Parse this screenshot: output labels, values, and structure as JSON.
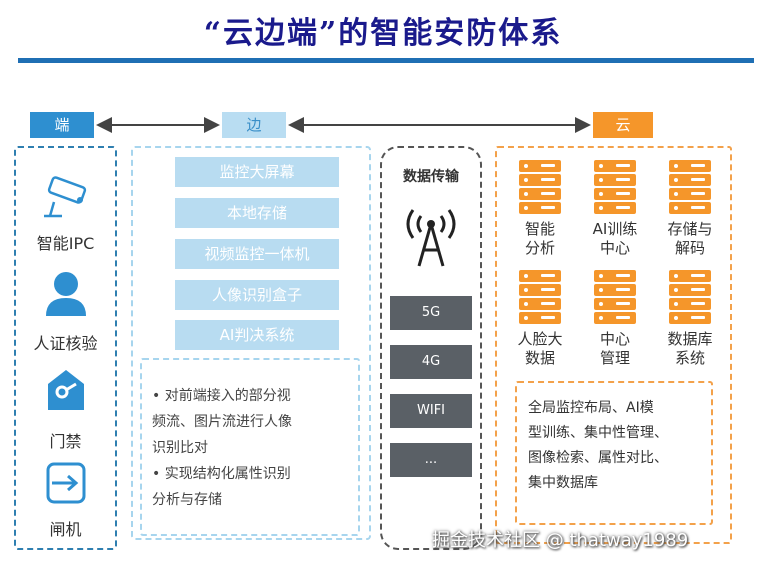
{
  "title": "“云边端”的智能安防体系",
  "tiers": {
    "duan": "端",
    "bian": "边",
    "yun": "云"
  },
  "duan_items": [
    "智能IPC",
    "人证核验",
    "门禁",
    "闸机"
  ],
  "edge_items": [
    "监控大屏幕",
    "本地存储",
    "视频监控一体机",
    "人像识别盒子",
    "AI判决系统"
  ],
  "edge_desc": [
    "• 对前端接入的部分视",
    "频流、图片流进行人像",
    "识别比对",
    "• 实现结构化属性识别",
    "分析与存储"
  ],
  "transmission": {
    "title": "数据传输",
    "networks": [
      "5G",
      "4G",
      "WIFI",
      "..."
    ]
  },
  "cloud_items": [
    [
      "智能",
      "分析"
    ],
    [
      "AI训练",
      "中心"
    ],
    [
      "存储与",
      "解码"
    ],
    [
      "人脸大",
      "数据"
    ],
    [
      "中心",
      "管理"
    ],
    [
      "数据库",
      "系统"
    ]
  ],
  "cloud_desc": [
    "全局监控布局、AI模",
    "型训练、集中性管理、",
    "图像检索、属性对比、",
    "集中数据库"
  ],
  "watermark": "掘金技术社区 @ thatway1989",
  "colors": {
    "title": "#1a1a8c",
    "duan": "#2e8fd0",
    "bian": "#b8dcf1",
    "yun": "#f5962a",
    "network": "#5a6066"
  },
  "icons": [
    "camera-icon",
    "person-icon",
    "key-lock-icon",
    "gate-icon",
    "antenna-icon",
    "server-icon"
  ]
}
